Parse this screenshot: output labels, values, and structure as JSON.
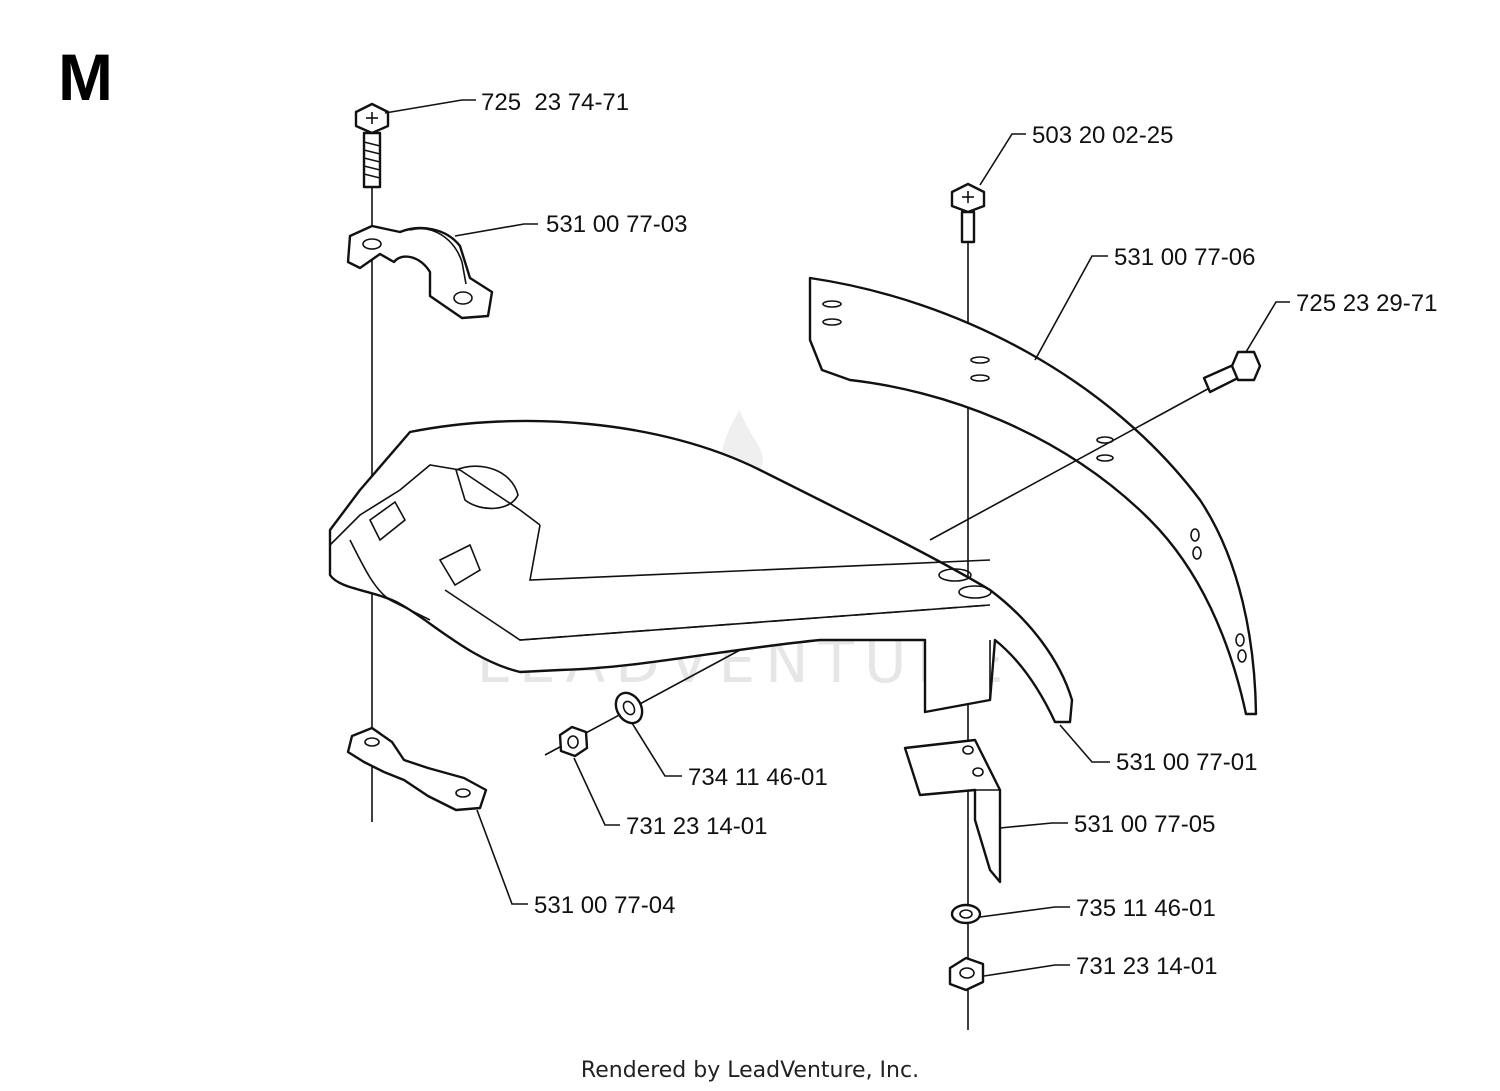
{
  "diagram": {
    "section_letter": "M",
    "footer": "Rendered by LeadVenture, Inc.",
    "watermark": "LEADVENTURE",
    "callouts": [
      {
        "id": "c1",
        "label": "725  23 74-71"
      },
      {
        "id": "c2",
        "label": "531 00 77-03"
      },
      {
        "id": "c3",
        "label": "503 20 02-25"
      },
      {
        "id": "c4",
        "label": "531 00 77-06"
      },
      {
        "id": "c5",
        "label": "725 23 29-71"
      },
      {
        "id": "c6",
        "label": "531 00 77-01"
      },
      {
        "id": "c7",
        "label": "734 11 46-01"
      },
      {
        "id": "c8",
        "label": "731 23 14-01"
      },
      {
        "id": "c9",
        "label": "531 00 77-05"
      },
      {
        "id": "c10",
        "label": "531 00 77-04"
      },
      {
        "id": "c11",
        "label": "735 11 46-01"
      },
      {
        "id": "c12",
        "label": "731 23 14-01"
      }
    ]
  }
}
